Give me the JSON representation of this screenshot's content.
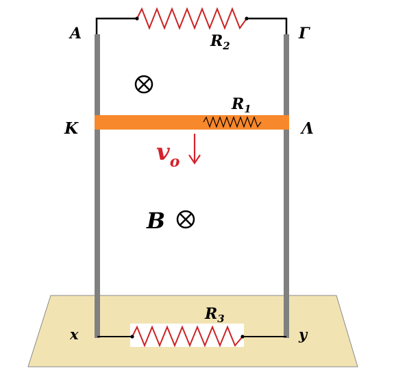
{
  "labels": {
    "top_left": "Α",
    "top_right": "Γ",
    "rod_left": "Κ",
    "rod_right": "Λ",
    "bottom_left": "x",
    "bottom_right": "y"
  },
  "resistors": {
    "r2": {
      "letter": "R",
      "sub": "2"
    },
    "r1": {
      "letter": "R",
      "sub": "1"
    },
    "r3": {
      "letter": "R",
      "sub": "3"
    }
  },
  "velocity": {
    "letter": "v",
    "sub": "o"
  },
  "field": {
    "letter": "B",
    "symbol": "⊗"
  },
  "colors": {
    "rail": "#808080",
    "rod": "#f7882b",
    "base": "#f2e3b3",
    "velocity": "#d4232d",
    "wire": "#000000",
    "resistor": "#cc2222"
  }
}
